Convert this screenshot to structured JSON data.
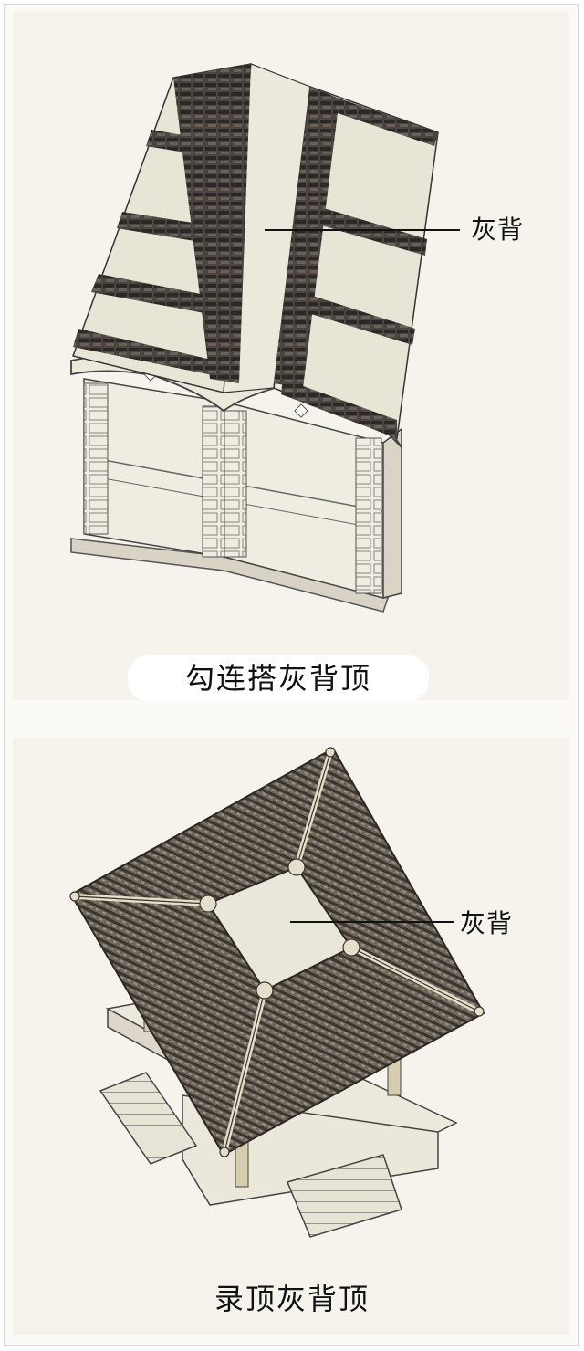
{
  "figures": [
    {
      "callout": "灰背",
      "caption": "勾连搭灰背顶"
    },
    {
      "callout": "灰背",
      "caption": "录顶灰背顶"
    }
  ],
  "colors": {
    "paper": "#f6f3ec",
    "tile": "#3a3632",
    "plaster": "#e8e4d6",
    "wall": "#efece1",
    "ink": "#111111"
  }
}
